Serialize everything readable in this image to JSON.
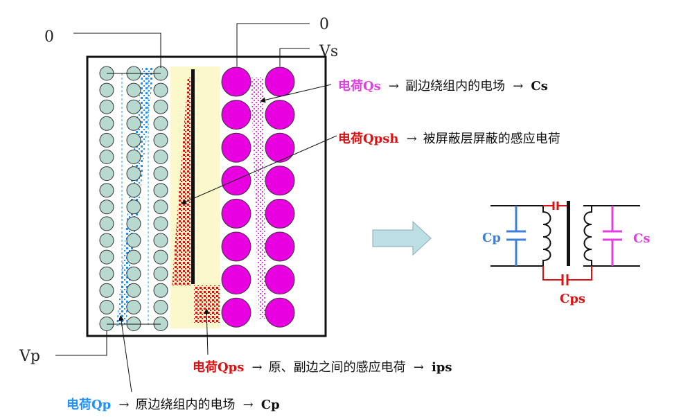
{
  "terminals": {
    "primary_top": "0",
    "primary_bottom": "Vp",
    "secondary_top": "0",
    "secondary_right": "Vs"
  },
  "annotations": {
    "qs": {
      "label": "电荷Qs",
      "arrow": "→",
      "text": "副边绕组内的电场",
      "result": "Cs"
    },
    "qpsh": {
      "label": "电荷Qpsh",
      "arrow": "→",
      "text": "被屏蔽层屏蔽的感应电荷"
    },
    "qps": {
      "label": "电荷Qps",
      "arrow": "→",
      "text": "原、副边之间的感应电荷",
      "result": "ips"
    },
    "qp": {
      "label": "电荷Qp",
      "arrow": "→",
      "text": "原边绕组内的电场",
      "result": "Cp"
    }
  },
  "equivalent_circuit": {
    "cp_label": "Cp",
    "cs_label": "Cs",
    "cps_label": "Cps"
  },
  "colors": {
    "primary_blue": "#1e90ff",
    "qs_magenta": "#e040e0",
    "qpsh_red": "#dd1111",
    "primary_coil_fill": "#b7d9cf",
    "secondary_coil_fill": "#e800e0",
    "shield_bg": "#fbf8cc",
    "arrow_fill": "#bcdfe6"
  }
}
